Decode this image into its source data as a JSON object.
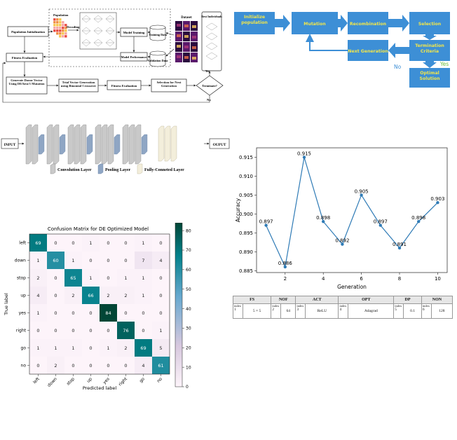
{
  "flowchart": {
    "nodes": {
      "pop_init": "Population Initialization",
      "population": "Population",
      "decoding": "Decoding",
      "model_training": "Model Training",
      "training_data": "Training Data",
      "model_performance": "Model Performance",
      "validation_data": "Validation Data",
      "dataset": "Dataset",
      "best_individuals": "Best Individuals",
      "fitness_eval_1": "Fitness Evaluation",
      "donor": "Generate Donor Vector Using DE/best/1 Mutation",
      "trial": "Trial Vector Generation using Binomial Crossover",
      "fitness_eval_2": "Fitness Evaluation",
      "selection_next": "Selection for Next Generation",
      "terminate": "Terminate?",
      "yes": "Yes",
      "no": "No"
    },
    "colors": {
      "population_grid": [
        "#e8453c",
        "#f08a3c",
        "#f7c548",
        "#f6a0a0"
      ]
    }
  },
  "ga_flow": {
    "boxes": {
      "init": "Initialize population",
      "mutation": "Mutation",
      "recombination": "Recombination",
      "selection": "Selection",
      "termination": "Termination Criteria",
      "next_gen": "Next Generation",
      "optimal": "Optimal Solution"
    },
    "no_label": "No",
    "yes_label": "Yes",
    "colors": {
      "box": "#3d8fd6",
      "text": "#f2e64a",
      "arrow": "#3d8fd6",
      "yes": "#6cbf3c"
    }
  },
  "cnn": {
    "input": "INPUT",
    "output": "OUPUT",
    "legend": [
      "Convolution Layer",
      "Pooling Layer",
      "Fully-Conneted Layer"
    ],
    "colors": {
      "conv": "#c9c9c9",
      "pool": "#8fa6c4",
      "fc": "#f3eedb"
    }
  },
  "accuracy_chart": {
    "title": "",
    "chart_data": {
      "type": "line",
      "xlabel": "Generation",
      "ylabel": "Accuracy",
      "x": [
        1,
        2,
        3,
        4,
        5,
        6,
        7,
        8,
        9,
        10
      ],
      "y": [
        0.897,
        0.886,
        0.915,
        0.898,
        0.892,
        0.905,
        0.897,
        0.891,
        0.898,
        0.903
      ],
      "point_labels": [
        "0.897",
        "0.886",
        "0.915",
        "0.898",
        "0.892",
        "0.905",
        "0.897",
        "0.891",
        "0.898",
        "0.903"
      ],
      "xlim": [
        0.5,
        10.5
      ],
      "ylim": [
        0.8845,
        0.9175
      ],
      "xticks": [
        "2",
        "4",
        "6",
        "8",
        "10"
      ],
      "xtick_values": [
        2,
        4,
        6,
        8,
        10
      ],
      "yticks": [
        "0.885",
        "0.890",
        "0.895",
        "0.900",
        "0.905",
        "0.910",
        "0.915"
      ],
      "ytick_values": [
        0.885,
        0.89,
        0.895,
        0.9,
        0.905,
        0.91,
        0.915
      ],
      "color": "#2f7bb6"
    }
  },
  "confusion": {
    "chart_data": {
      "type": "heatmap",
      "title": "Confusion Matrix for DE Optimized Model",
      "xlabel": "Predicted label",
      "ylabel": "True label",
      "labels": [
        "left",
        "down",
        "stop",
        "up",
        "yes",
        "right",
        "go",
        "no"
      ],
      "matrix": [
        [
          69,
          0,
          0,
          1,
          0,
          0,
          1,
          0
        ],
        [
          1,
          60,
          1,
          0,
          0,
          0,
          7,
          4
        ],
        [
          2,
          0,
          65,
          1,
          0,
          1,
          1,
          0
        ],
        [
          4,
          0,
          2,
          66,
          2,
          2,
          1,
          0
        ],
        [
          1,
          0,
          0,
          0,
          84,
          0,
          0,
          0
        ],
        [
          0,
          0,
          0,
          0,
          0,
          76,
          0,
          1
        ],
        [
          1,
          1,
          1,
          0,
          1,
          2,
          69,
          5
        ],
        [
          0,
          2,
          0,
          0,
          0,
          0,
          4,
          61
        ]
      ],
      "cell_labels": [
        [
          "69",
          "0",
          "0",
          "1",
          "0",
          "0",
          "1",
          "0"
        ],
        [
          "1",
          "60",
          "1",
          "0",
          "0",
          "0",
          "7",
          "4"
        ],
        [
          "2",
          "0",
          "65",
          "1",
          "0",
          "1",
          "1",
          "0"
        ],
        [
          "4",
          "0",
          "2",
          "66",
          "2",
          "2",
          "1",
          "0"
        ],
        [
          "1",
          "0",
          "0",
          "0",
          "84",
          "0",
          "0",
          "0"
        ],
        [
          "0",
          "0",
          "0",
          "0",
          "0",
          "76",
          "0",
          "1"
        ],
        [
          "1",
          "1",
          "1",
          "0",
          "1",
          "2",
          "69",
          "5"
        ],
        [
          "0",
          "2",
          "0",
          "0",
          "0",
          "0",
          "4",
          "61"
        ]
      ],
      "vmin": 0,
      "vmax": 84,
      "colorbar_ticks": [
        "0",
        "10",
        "20",
        "30",
        "40",
        "50",
        "60",
        "70",
        "80"
      ],
      "colorbar_values": [
        0,
        10,
        20,
        30,
        40,
        50,
        60,
        70,
        80
      ],
      "colormap": [
        "#fdf4fa",
        "#d7c8de",
        "#67a9cf",
        "#02818a",
        "#014636"
      ]
    }
  },
  "hyperparams": {
    "headers": [
      "FS",
      "NOF",
      "ACT",
      "OPT",
      "DP",
      "NON"
    ],
    "index_label": "index",
    "indices": [
      "1",
      "2",
      "3",
      "4",
      "5",
      "6"
    ],
    "values": [
      "5 × 5",
      "64",
      "ReLU",
      "Adagrad",
      "0.1",
      "128"
    ]
  }
}
